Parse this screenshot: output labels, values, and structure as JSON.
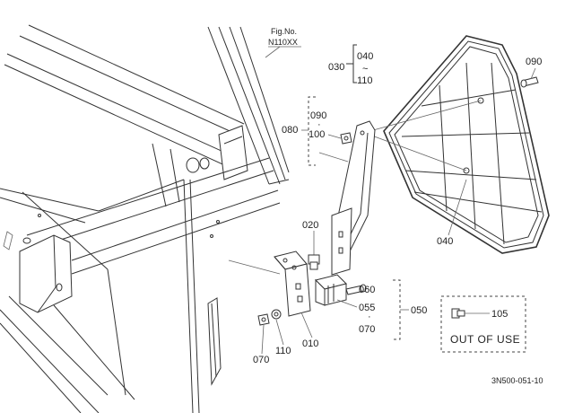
{
  "figure": {
    "fig_no_label": "Fig.No.",
    "fig_no_value": "N110XX",
    "doc_code": "3N500-051-10"
  },
  "callouts": {
    "p030": "030",
    "p040_top": "040",
    "tilde": "~",
    "p110_top": "110",
    "p090_right": "090",
    "p080": "080",
    "p090_bracket": "090",
    "p100": "100",
    "p040": "040",
    "p020": "020",
    "p060": "060",
    "p055": "055",
    "p050": "050",
    "p070_bracket": "070",
    "p070_bottom": "070",
    "p110_bottom": "110",
    "p010": "010",
    "p105": "105"
  },
  "legend": {
    "out_of_use": "OUT OF USE"
  }
}
